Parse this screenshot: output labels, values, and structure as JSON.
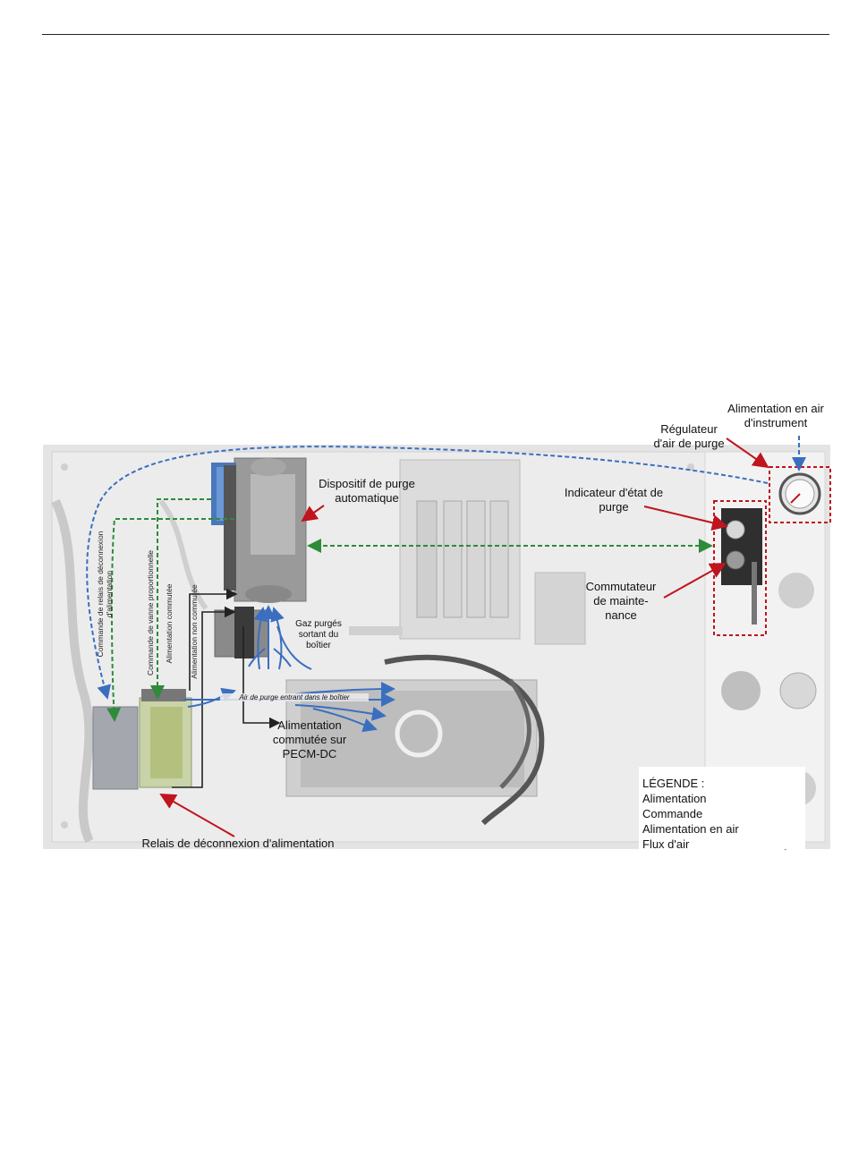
{
  "labels": {
    "alim_air_instrument": [
      "Alimentation en air",
      "d'instrument"
    ],
    "regulateur": [
      "Régulateur",
      "d'air de purge"
    ],
    "dispositif": [
      "Dispositif de purge",
      "automatique"
    ],
    "indicateur": [
      "Indicateur d'état de",
      "purge"
    ],
    "commutateur": [
      "Commutateur",
      "de mainte-",
      "nance"
    ],
    "gaz": [
      "Gaz purgés",
      "sortant du",
      "boîtier"
    ],
    "air_purge": "Air de purge entrant dans le boîtier",
    "alim_commutee_pecm": [
      "Alimentation",
      "commutée sur",
      "PECM-DC"
    ],
    "relais": "Relais de déconnexion d'alimentation",
    "vert_relais": [
      "Commande de relais de déconnexion",
      "d'alimentation"
    ],
    "vert_vanne": "Commande de vanne proportionnelle",
    "vert_commutee": "Alimentation commutée",
    "vert_non_commutee": "Alimentation non commutée"
  },
  "legend": {
    "title": "LÉGENDE :",
    "items": [
      {
        "label": "Alimentation",
        "color": "#222222",
        "style": "solid"
      },
      {
        "label": "Commande",
        "color": "#2e8b3a",
        "style": "dashed"
      },
      {
        "label": "Alimentation en air",
        "color": "#3a6fc0",
        "style": "dashed"
      },
      {
        "label": "Flux d'air",
        "color": "#3a6fc0",
        "style": "solid"
      }
    ]
  },
  "colors": {
    "power": "#222222",
    "command": "#2e8b3a",
    "air": "#3a6fc0",
    "pointer": "#c0141e",
    "highlight_box": "#c0141e"
  }
}
